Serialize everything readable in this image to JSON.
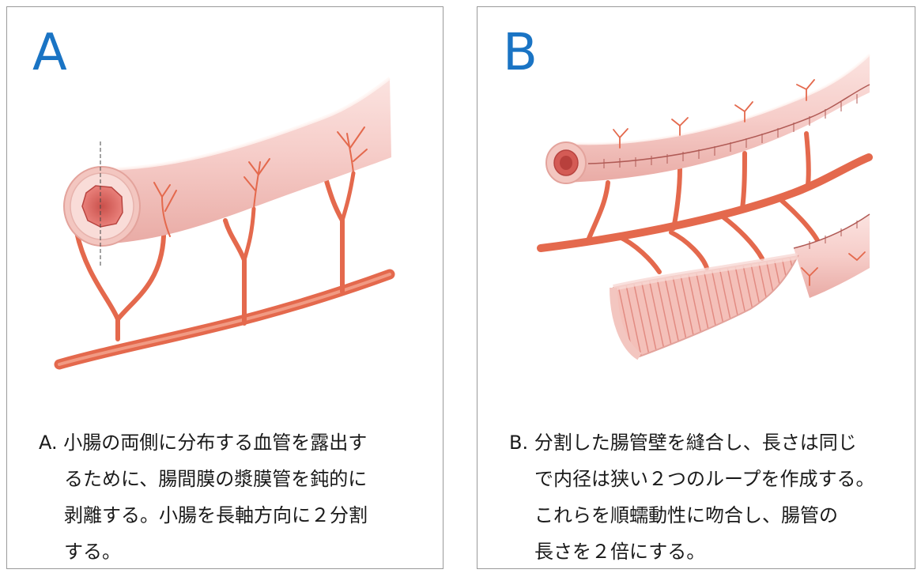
{
  "panels": [
    {
      "letter": "A",
      "caption": [
        "A. 小腸の両側に分布する血管を露出す",
        "るために、腸間膜の漿膜管を鈍的に",
        "剥離する。小腸を長軸方向に２分割",
        "する。"
      ]
    },
    {
      "letter": "B",
      "caption": [
        "B. 分割した腸管壁を縫合し、長さは同じ",
        "で内径は狭い２つのループを作成する。",
        "これらを順蠕動性に吻合し、腸管の",
        "長さを２倍にする。"
      ]
    }
  ],
  "colors": {
    "letter": "#1a74c4",
    "vessel": "#e86e52",
    "intestine": "#f7cfcb",
    "intestine_shadow": "#eab1ab",
    "lumen": "#d9625c"
  }
}
